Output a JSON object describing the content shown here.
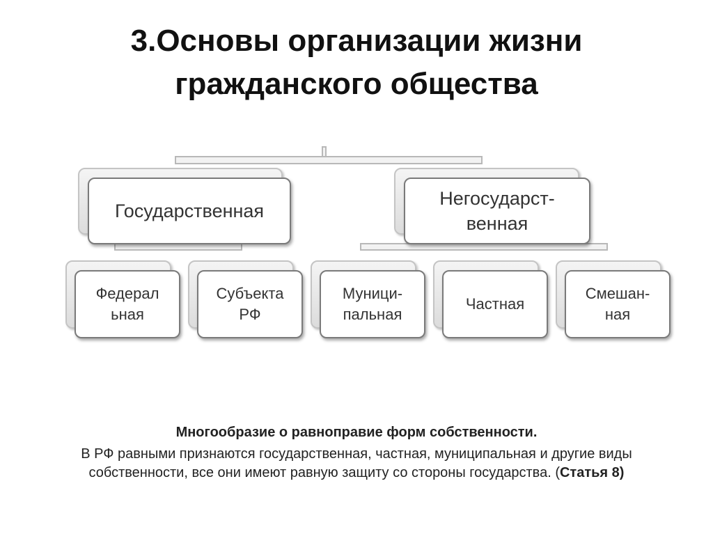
{
  "title": {
    "line1": "3.Основы организации жизни",
    "line2": "гражданского общества"
  },
  "diagram": {
    "nodes": {
      "state": "Государственная",
      "nonstate": "Негосударст-\nвенная",
      "federal": "Федерал\nьная",
      "subject": "Субъекта\nРФ",
      "municipal": "Муници-\nпальная",
      "private": "Частная",
      "mixed": "Смешан-\nная"
    }
  },
  "caption": {
    "heading": "Многообразие о равноправие форм собственности.",
    "body": "В РФ равными признаются государственная, частная, муниципальная и другие виды собственности, все они имеют равную защиту со стороны государства. (",
    "article": "Статья 8)"
  }
}
